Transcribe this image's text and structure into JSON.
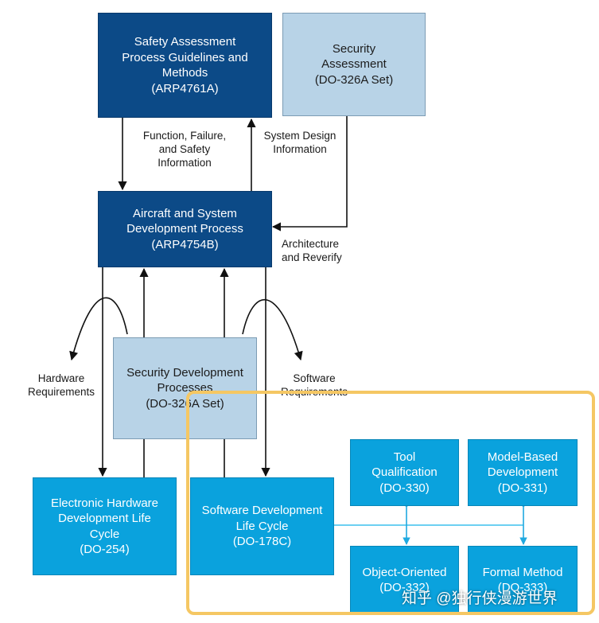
{
  "boxes": {
    "safety": {
      "lines": [
        "Safety Assessment",
        "Process Guidelines and",
        "Methods",
        "(ARP4761A)"
      ]
    },
    "security_assessment": {
      "lines": [
        "Security",
        "Assessment",
        "(DO-326A Set)"
      ]
    },
    "aircraft": {
      "lines": [
        "Aircraft and System",
        "Development Process",
        "(ARP4754B)"
      ]
    },
    "security_dev": {
      "lines": [
        "Security Development",
        "Processes",
        "(DO-326A Set)"
      ]
    },
    "hardware": {
      "lines": [
        "Electronic Hardware",
        "Development Life",
        "Cycle",
        "(DO-254)"
      ]
    },
    "software": {
      "lines": [
        "Software Development",
        "Life Cycle",
        "(DO-178C)"
      ]
    },
    "tool": {
      "lines": [
        "Tool",
        "Qualification",
        "(DO-330)"
      ]
    },
    "model": {
      "lines": [
        "Model-Based",
        "Development",
        "(DO-331)"
      ]
    },
    "object": {
      "lines": [
        "Object-Oriented",
        "(DO-332)"
      ]
    },
    "formal": {
      "lines": [
        "Formal Method",
        "(DO-333)"
      ]
    }
  },
  "labels": {
    "function_failure": [
      "Function, Failure,",
      "and Safety",
      "Information"
    ],
    "system_design": [
      "System Design",
      "Information"
    ],
    "architecture": [
      "Architecture",
      "and Reverify"
    ],
    "hw_req": [
      "Hardware",
      "Requirements"
    ],
    "sw_req": [
      "Software",
      "Requirements"
    ]
  },
  "watermark": "知乎 @独行侠漫游世界",
  "colors": {
    "dark_box": "#0c4a87",
    "light_box": "#b8d3e7",
    "bright_box": "#0aa2dd",
    "highlight": "#f5c763",
    "arrow": "#111111",
    "connector": "#3cc0ee"
  }
}
